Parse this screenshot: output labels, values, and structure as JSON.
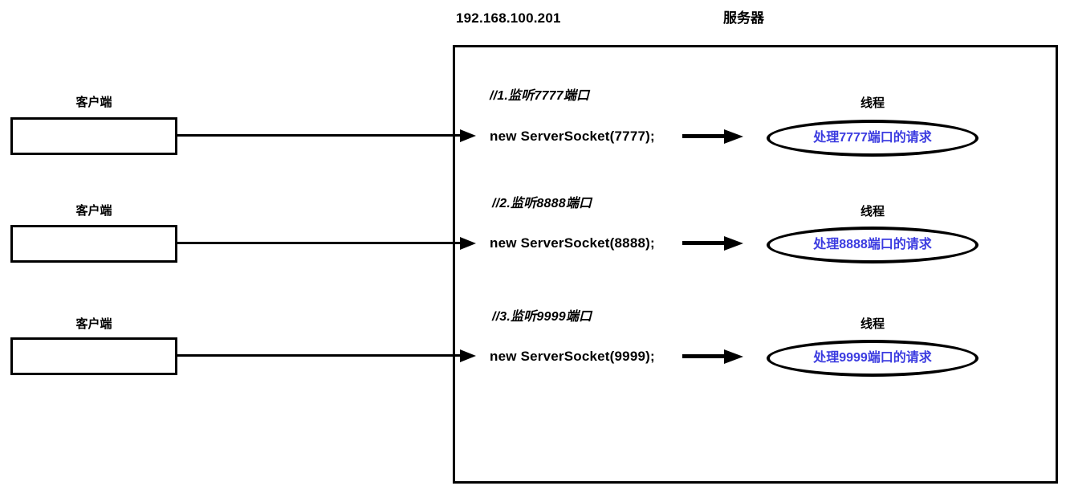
{
  "header": {
    "ip_label": "192.168.100.201",
    "server_label": "服务器"
  },
  "clients": [
    {
      "label": "客户端"
    },
    {
      "label": "客户端"
    },
    {
      "label": "客户端"
    }
  ],
  "flows": [
    {
      "comment": "//1.监听7777端口",
      "code": "new ServerSocket(7777);",
      "thread_label": "线程",
      "thread_text": "处理7777端口的请求"
    },
    {
      "comment": "//2.监听8888端口",
      "code": "new ServerSocket(8888);",
      "thread_label": "线程",
      "thread_text": "处理8888端口的请求"
    },
    {
      "comment": "//3.监听9999端口",
      "code": "new ServerSocket(9999);",
      "thread_label": "线程",
      "thread_text": "处理9999端口的请求"
    }
  ],
  "colors": {
    "stroke": "#000000",
    "thread_text": "#3b3be0",
    "background": "#ffffff"
  }
}
